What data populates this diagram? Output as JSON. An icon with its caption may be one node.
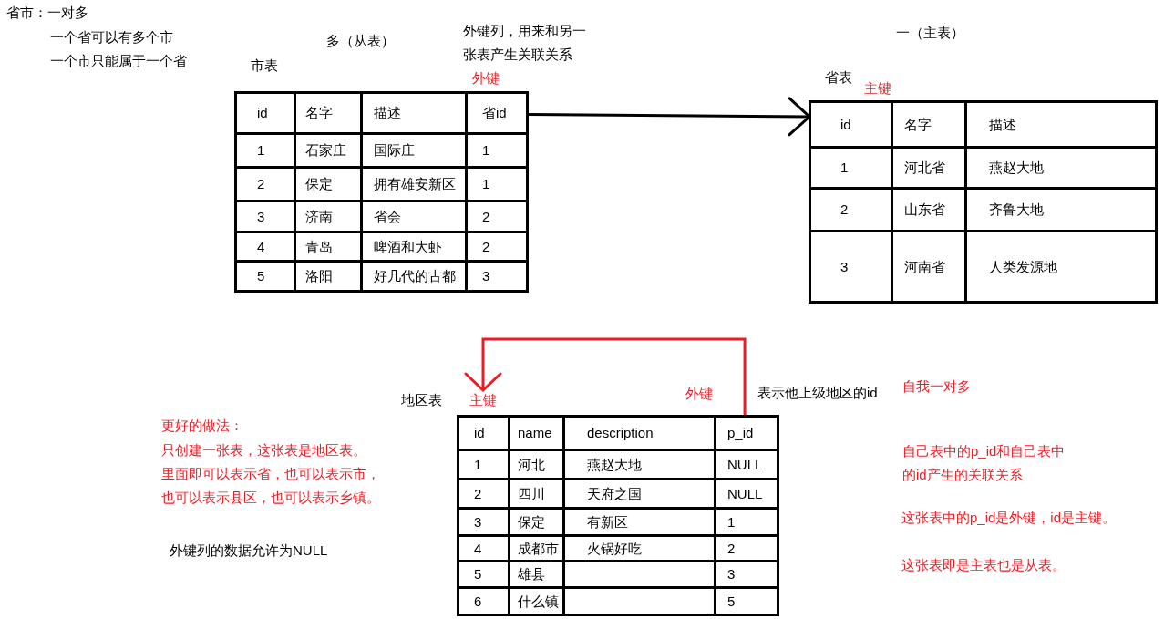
{
  "diagram": {
    "nodes": [
      {
        "text": [],
        "shape": "box",
        "beside": [
          "多（从表）",
          "市表"
        ]
      },
      {
        "text": [
          "id"
        ],
        "in": 0
      },
      {
        "text": [
          "名字"
        ],
        "in": 0
      },
      {
        "text": [
          "描述"
        ],
        "in": 0
      },
      {
        "text": [
          "省id"
        ],
        "in": 0,
        "beside": [
          "外键"
        ]
      },
      {
        "text": [
          "1"
        ],
        "in": 0
      },
      {
        "text": [
          "石家庄"
        ],
        "in": 0
      },
      {
        "text": [
          "国际庄"
        ],
        "in": 0
      },
      {
        "text": [
          "1"
        ],
        "in": 0
      },
      {
        "text": [
          "2"
        ],
        "in": 0
      },
      {
        "text": [
          "保定"
        ],
        "in": 0
      },
      {
        "text": [
          "拥有雄安新区"
        ],
        "in": 0
      },
      {
        "text": [
          "1"
        ],
        "in": 0
      },
      {
        "text": [
          "3"
        ],
        "in": 0
      },
      {
        "text": [
          "济南"
        ],
        "in": 0
      },
      {
        "text": [
          "省会"
        ],
        "in": 0
      },
      {
        "text": [
          "2"
        ],
        "in": 0
      },
      {
        "text": [
          "4"
        ],
        "in": 0
      },
      {
        "text": [
          "青岛"
        ],
        "in": 0
      },
      {
        "text": [
          "啤酒和大虾"
        ],
        "in": 0
      },
      {
        "text": [
          "2"
        ],
        "in": 0
      },
      {
        "text": [
          "5"
        ],
        "in": 0
      },
      {
        "text": [
          "洛阳"
        ],
        "in": 0
      },
      {
        "text": [
          "好几代的古都"
        ],
        "in": 0
      },
      {
        "text": [
          "3"
        ],
        "in": 0
      },
      {
        "text": [],
        "shape": "box",
        "beside": [
          "一（主表）",
          "省表"
        ]
      },
      {
        "text": [
          "id"
        ],
        "in": 25,
        "beside": [
          "主键"
        ]
      },
      {
        "text": [
          "名字"
        ],
        "in": 25
      },
      {
        "text": [
          "描述"
        ],
        "in": 25
      },
      {
        "text": [
          "1"
        ],
        "in": 25
      },
      {
        "text": [
          "河北省"
        ],
        "in": 25
      },
      {
        "text": [
          "燕赵大地"
        ],
        "in": 25
      },
      {
        "text": [
          "2"
        ],
        "in": 25
      },
      {
        "text": [
          "山东省"
        ],
        "in": 25
      },
      {
        "text": [
          "齐鲁大地"
        ],
        "in": 25
      },
      {
        "text": [
          "3"
        ],
        "in": 25
      },
      {
        "text": [
          "河南省"
        ],
        "in": 25
      },
      {
        "text": [
          "人类发源地"
        ],
        "in": 25
      },
      {
        "text": [
          "主键"
        ]
      },
      {
        "text": [],
        "shape": "box",
        "beside": [
          "地区表"
        ]
      },
      {
        "text": [
          "id"
        ],
        "in": 39
      },
      {
        "text": [
          "name"
        ],
        "in": 39
      },
      {
        "text": [
          "description"
        ],
        "in": 39
      },
      {
        "text": [
          "p_id"
        ],
        "in": 39,
        "beside": [
          "外键"
        ]
      },
      {
        "text": [
          "1"
        ],
        "in": 39
      },
      {
        "text": [
          "河北"
        ],
        "in": 39
      },
      {
        "text": [
          "燕赵大地"
        ],
        "in": 39
      },
      {
        "text": [
          "NULL"
        ],
        "in": 39
      },
      {
        "text": [
          "2"
        ],
        "in": 39
      },
      {
        "text": [
          "四川"
        ],
        "in": 39
      },
      {
        "text": [
          "天府之国"
        ],
        "in": 39
      },
      {
        "text": [
          "NULL"
        ],
        "in": 39
      },
      {
        "text": [
          "3"
        ],
        "in": 39
      },
      {
        "text": [
          "保定"
        ],
        "in": 39
      },
      {
        "text": [
          "有新区"
        ],
        "in": 39
      },
      {
        "text": [
          "1"
        ],
        "in": 39
      },
      {
        "text": [
          "4"
        ],
        "in": 39
      },
      {
        "text": [
          "成都市"
        ],
        "in": 39
      },
      {
        "text": [
          "火锅好吃"
        ],
        "in": 39
      },
      {
        "text": [
          "2"
        ],
        "in": 39
      },
      {
        "text": [
          "5"
        ],
        "in": 39
      },
      {
        "text": [
          "雄县"
        ],
        "in": 39
      },
      {
        "text": [],
        "shape": "box",
        "in": 39
      },
      {
        "text": [
          "3"
        ],
        "in": 39
      },
      {
        "text": [
          "6"
        ],
        "in": 39
      },
      {
        "text": [
          "什么镇"
        ],
        "in": 39
      },
      {
        "text": [],
        "shape": "box",
        "in": 39
      },
      {
        "text": [
          "5"
        ],
        "in": 39
      }
    ],
    "edges": [
      {
        "from": 4,
        "to": 26,
        "arrow": "to"
      },
      {
        "from": 43,
        "to": 38,
        "arrow": "to",
        "color": "#ed1c24"
      }
    ],
    "labels": [
      "省市：一对多",
      "一个省可以有多个市",
      "一个市只能属于一个省",
      "外键列，用来和另一张表产生关联关系",
      "表示他上级地区的id",
      "自我一对多",
      "更好的做法：",
      "只创建一张表，这张表是地区表。",
      "里面即可以表示省，也可以表示市，也可以表示县区，也可以表示乡镇。",
      "外键列的数据允许为NULL",
      "自己表中的p_id和自己表中的id产生的关联关系",
      "这张表中的p_id是外键，id是主键。",
      "这张表即是主表也是从表。"
    ]
  }
}
